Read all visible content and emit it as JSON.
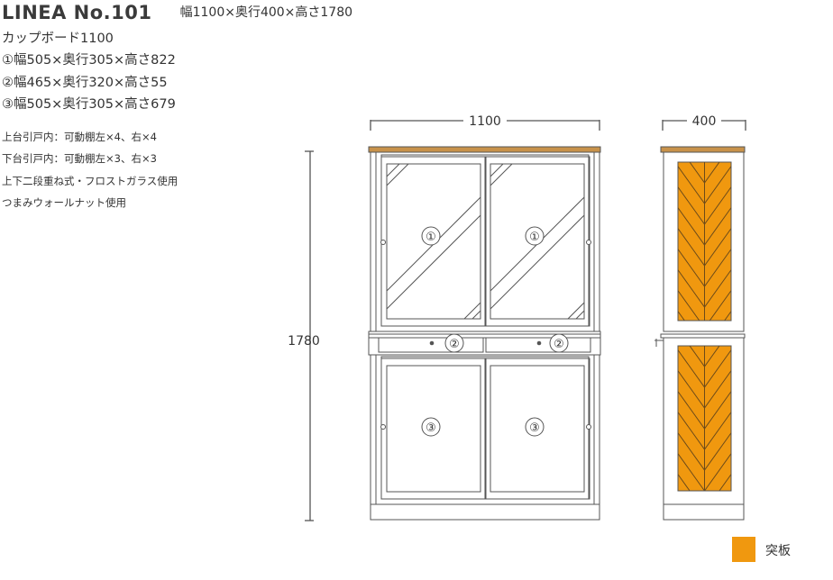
{
  "header": {
    "model": "LINEA No.101",
    "overall_size": "幅1100×奥行400×高さ1780"
  },
  "product_name": "カップボード1100",
  "parts": [
    "①幅505×奥行305×高さ822",
    "②幅465×奥行320×高さ55",
    "③幅505×奥行305×高さ679"
  ],
  "notes": [
    "上台引戸内：可動棚左×4、右×4",
    "下台引戸内：可動棚左×3、右×3",
    "上下二段重ね式・フロストガラス使用",
    "つまみウォールナット使用"
  ],
  "dimensions": {
    "width": "1100",
    "depth": "400",
    "height": "1780"
  },
  "part_markers": {
    "upper": "①",
    "drawer": "②",
    "lower": "③"
  },
  "legend": {
    "label": "突板",
    "color": "#f0980f"
  },
  "colors": {
    "line": "#555555",
    "top_board": "#c8924a",
    "veneer": "#f0980f"
  }
}
